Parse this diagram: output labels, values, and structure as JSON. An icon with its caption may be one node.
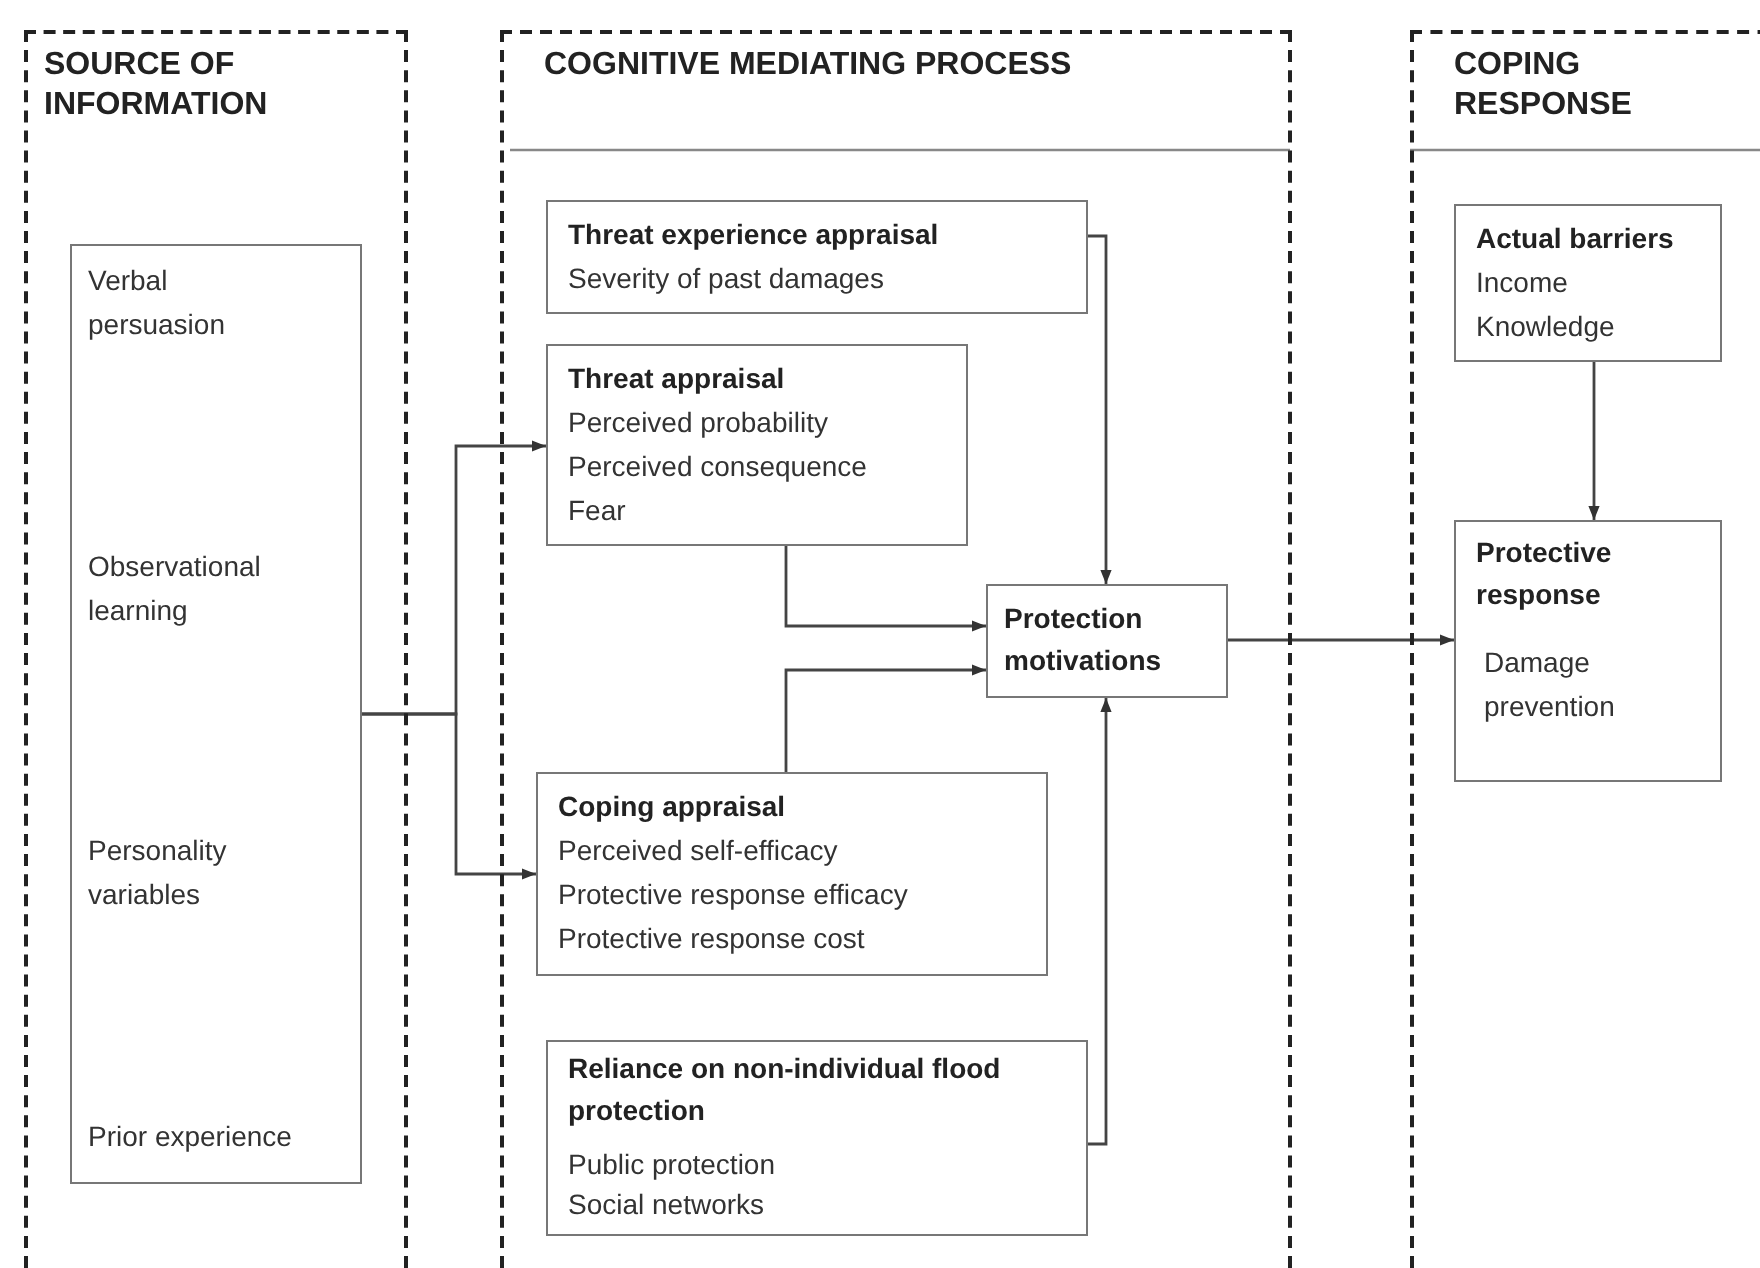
{
  "diagram": {
    "nodes": [
      {
        "text": [
          "SOURCE OF INFORMATION"
        ]
      },
      {
        "text": [
          "Verbal persuasion",
          "Observational learning",
          "Personality variables",
          "Prior experience"
        ],
        "in": 0
      },
      {
        "text": [
          "COGNITIVE MEDIATING PROCESS"
        ]
      },
      {
        "text": [
          "Threat experience appraisal",
          "Severity of past damages"
        ],
        "in": 2
      },
      {
        "text": [
          "Threat appraisal",
          "Perceived probability",
          "Perceived consequence",
          "Fear"
        ],
        "in": 2
      },
      {
        "text": [
          "Protection motivations"
        ],
        "in": 2
      },
      {
        "text": [
          "Coping appraisal",
          "Perceived self-efficacy",
          "Protective response efficacy",
          "Protective response cost"
        ],
        "in": 2
      },
      {
        "text": [
          "Reliance on non-individual flood protection",
          "Public  protection",
          "Social networks"
        ],
        "in": 2
      },
      {
        "text": [
          "COPING RESPONSE"
        ]
      },
      {
        "text": [
          "Actual barriers",
          "Income",
          "Knowledge"
        ],
        "in": 8
      },
      {
        "text": [
          "Protective response",
          "Damage prevention"
        ],
        "in": 8
      }
    ],
    "edges": [
      {
        "from": 1,
        "to": 4,
        "arrow": "to"
      },
      {
        "from": 1,
        "to": 6,
        "arrow": "to"
      },
      {
        "from": 3,
        "to": 5,
        "arrow": "to"
      },
      {
        "from": 4,
        "to": 5,
        "arrow": "to"
      },
      {
        "from": 6,
        "to": 5,
        "arrow": "to"
      },
      {
        "from": 7,
        "to": 5,
        "arrow": "to"
      },
      {
        "from": 5,
        "to": 10,
        "arrow": "to"
      },
      {
        "from": 9,
        "to": 10,
        "arrow": "to"
      }
    ]
  }
}
